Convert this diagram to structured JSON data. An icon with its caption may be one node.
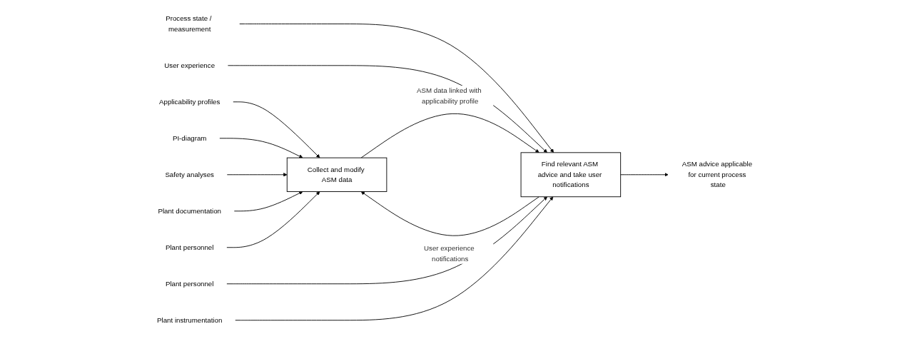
{
  "diagram": {
    "nodes": [
      {
        "text": [
          "Applicability profiles"
        ]
      },
      {
        "text": [
          "PI-diagram"
        ]
      },
      {
        "text": [
          "Safety analyses"
        ]
      },
      {
        "text": [
          "Plant documentation"
        ]
      },
      {
        "text": [
          "Collect and modify ASM data"
        ]
      },
      {
        "text": [
          "Plant personnel"
        ]
      },
      {
        "text": [
          "Process state / measurement"
        ]
      },
      {
        "text": [
          "User experience"
        ]
      },
      {
        "text": [
          "Find relevant ASM advice and take user notifications"
        ]
      },
      {
        "text": [
          "ASM advice applicable for current process state"
        ]
      },
      {
        "text": [
          "Plant personnel"
        ]
      },
      {
        "text": [
          "Plant instrumentation"
        ]
      }
    ],
    "edges": [
      {
        "from": 0,
        "to": 4,
        "arrow": "to"
      },
      {
        "from": 1,
        "to": 4,
        "arrow": "to"
      },
      {
        "from": 2,
        "to": 4,
        "arrow": "to"
      },
      {
        "from": 3,
        "to": 4,
        "arrow": "to"
      },
      {
        "from": 5,
        "to": 4,
        "arrow": "to"
      },
      {
        "from": 4,
        "to": 8,
        "arrow": "to",
        "label": "ASM data linked with applicability profile"
      },
      {
        "from": 6,
        "to": 8,
        "arrow": "to"
      },
      {
        "from": 7,
        "to": 8,
        "arrow": "to"
      },
      {
        "from": 8,
        "to": 9,
        "arrow": "to"
      },
      {
        "from": 10,
        "to": 8,
        "arrow": "to"
      },
      {
        "from": 11,
        "to": 8,
        "arrow": "to"
      },
      {
        "from": 8,
        "to": 4,
        "arrow": "to",
        "label": "User experience notifications"
      }
    ]
  }
}
